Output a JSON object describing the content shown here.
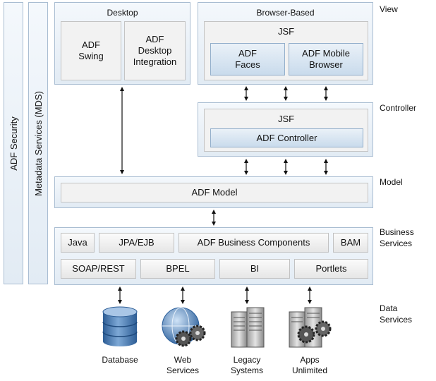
{
  "side_labels": {
    "view": "View",
    "controller": "Controller",
    "model": "Model",
    "business_services": "Business\nServices",
    "data_services": "Data\nServices"
  },
  "vertical": {
    "security": "ADF Security",
    "mds": "Metadata Services (MDS)"
  },
  "desktop": {
    "title": "Desktop",
    "swing": "ADF\nSwing",
    "integration": "ADF\nDesktop\nIntegration"
  },
  "browser": {
    "title": "Browser-Based",
    "jsf": "JSF",
    "faces": "ADF\nFaces",
    "mobile": "ADF Mobile\nBrowser"
  },
  "controller": {
    "jsf": "JSF",
    "adf_controller": "ADF Controller"
  },
  "model": {
    "adf_model": "ADF Model"
  },
  "business": {
    "row1": [
      "Java",
      "JPA/EJB",
      "ADF Business Components",
      "BAM"
    ],
    "row2": [
      "SOAP/REST",
      "BPEL",
      "BI",
      "Portlets"
    ]
  },
  "data_services": [
    {
      "label": "Database",
      "icon": "database-icon"
    },
    {
      "label": "Web\nServices",
      "icon": "globe-gears-icon"
    },
    {
      "label": "Legacy\nSystems",
      "icon": "server-icon"
    },
    {
      "label": "Apps\nUnlimited",
      "icon": "server-gears-icon"
    }
  ],
  "colors": {
    "panel_border": "#a9bdd2",
    "blue_box": "#c9dbec",
    "icon_blue": "#3d6ea6"
  }
}
